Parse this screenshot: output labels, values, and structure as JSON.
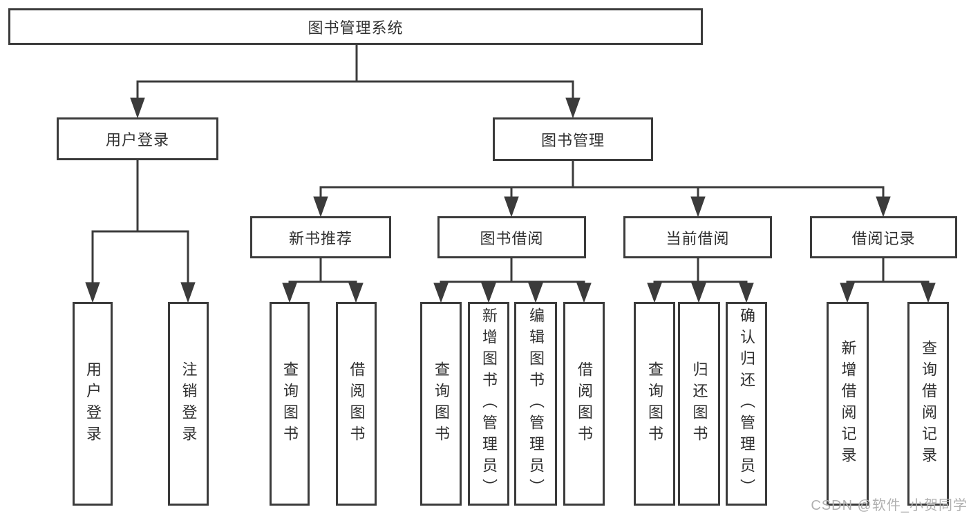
{
  "structure": {
    "label": "图书管理系统",
    "children": [
      {
        "label": "用户登录",
        "children": [
          {
            "label": "用户登录"
          },
          {
            "label": "注销登录"
          }
        ]
      },
      {
        "label": "图书管理",
        "children": [
          {
            "label": "新书推荐",
            "children": [
              {
                "label": "查询图书"
              },
              {
                "label": "借阅图书"
              }
            ]
          },
          {
            "label": "图书借阅",
            "children": [
              {
                "label": "查询图书"
              },
              {
                "label": "新增图书（管理员）"
              },
              {
                "label": "编辑图书（管理员）"
              },
              {
                "label": "借阅图书"
              }
            ]
          },
          {
            "label": "当前借阅",
            "children": [
              {
                "label": "查询图书"
              },
              {
                "label": "归还图书"
              },
              {
                "label": "确认归还（管理员）"
              }
            ]
          },
          {
            "label": "借阅记录",
            "children": [
              {
                "label": "新增借阅记录"
              },
              {
                "label": "查询借阅记录"
              }
            ]
          }
        ]
      }
    ]
  },
  "watermark": {
    "text": "CSDN @软件_小贺同学"
  },
  "colors": {
    "line": "#3b3b3b",
    "box_border": "#3b3b3b",
    "box_fill": "#ffffff",
    "text": "#303030",
    "watermark": "#b0b0b0",
    "background": "#ffffff"
  }
}
